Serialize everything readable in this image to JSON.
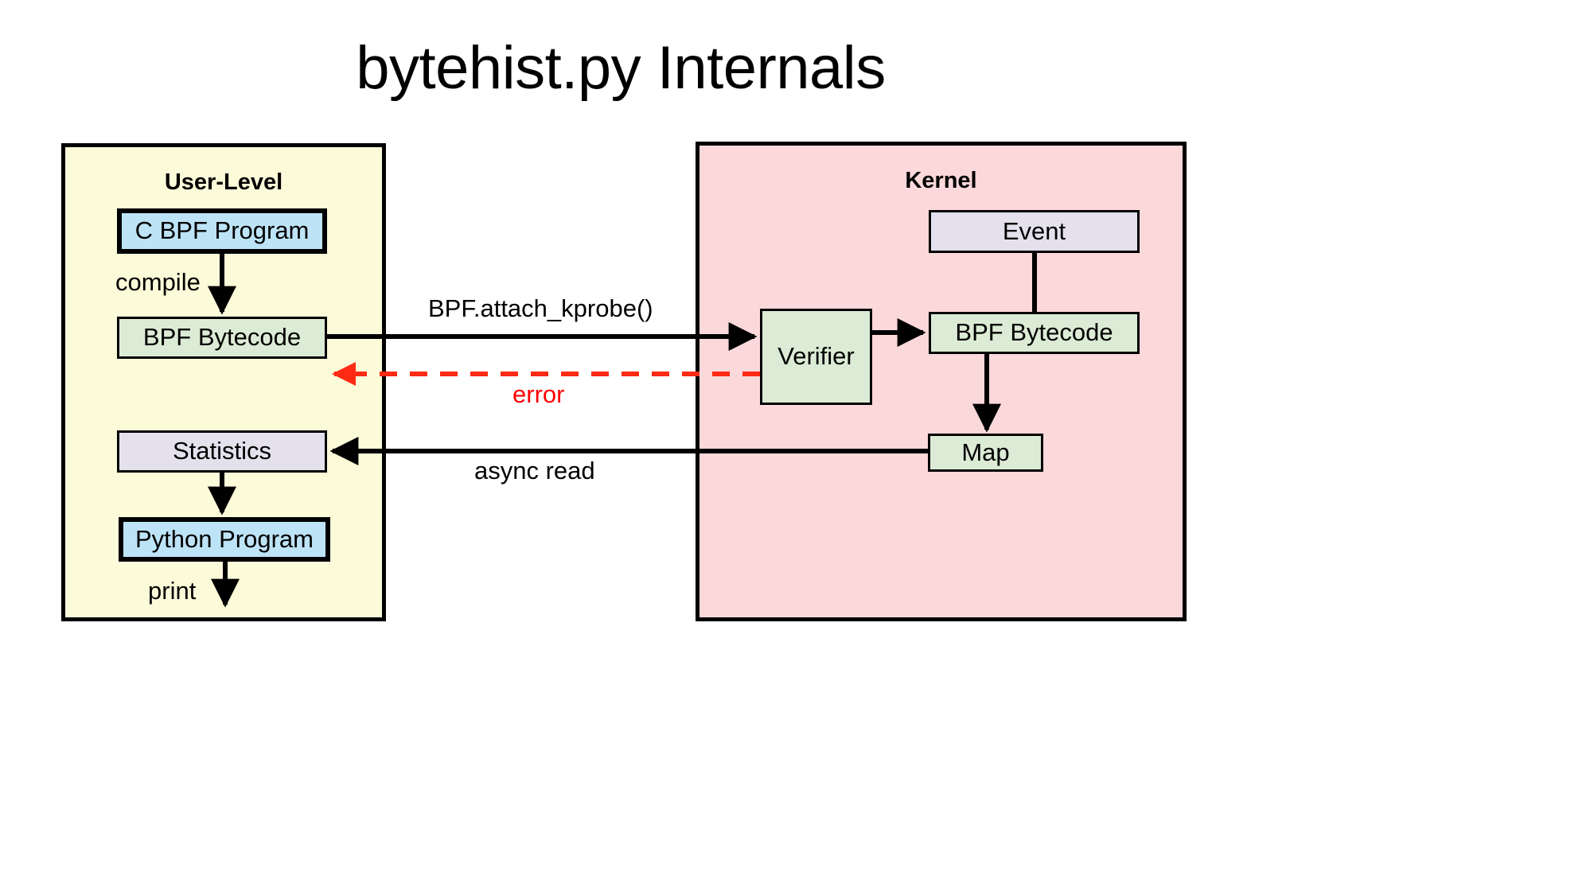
{
  "title": "bytehist.py Internals",
  "panels": {
    "user": {
      "title": "User-Level",
      "fill": "#FBFAD9"
    },
    "kernel": {
      "title": "Kernel",
      "fill": "#FBD8D9"
    }
  },
  "nodes": {
    "c_bpf_program": {
      "label": "C BPF Program",
      "fill": "#BDE3F7"
    },
    "bpf_bytecode_user": {
      "label": "BPF Bytecode",
      "fill": "#DCEBD5"
    },
    "statistics": {
      "label": "Statistics",
      "fill": "#E4E1ED"
    },
    "python_program": {
      "label": "Python Program",
      "fill": "#BDE3F7"
    },
    "event": {
      "label": "Event",
      "fill": "#E4E1ED"
    },
    "verifier": {
      "label": "Verifier",
      "fill": "#DCEBD5"
    },
    "bpf_bytecode_kernel": {
      "label": "BPF Bytecode",
      "fill": "#DCEBD5"
    },
    "map": {
      "label": "Map",
      "fill": "#DCEBD5"
    }
  },
  "edges": {
    "compile": "compile",
    "print": "print",
    "attach_kprobe": "BPF.attach_kprobe()",
    "error": "error",
    "async_read": "async read"
  },
  "colors": {
    "error_red": "#FF0000",
    "stroke": "#000000"
  }
}
